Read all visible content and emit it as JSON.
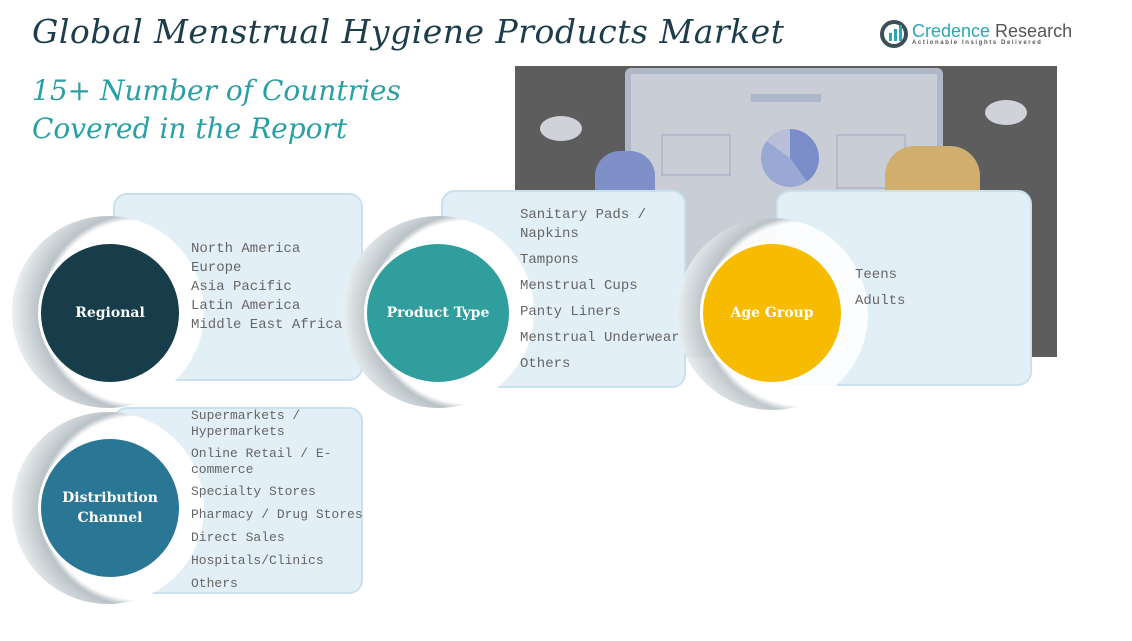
{
  "title": "Global Menstrual Hygiene Products Market",
  "subtitle": [
    "15+ Number of Countries",
    "Covered in the Report"
  ],
  "logo": {
    "name_a": "Credence",
    "name_b": " Research",
    "tagline": "Actionable Insights Delivered"
  },
  "segments": {
    "regional": {
      "label": "Regional",
      "color": "#173d4a",
      "items": [
        "North America",
        "Europe",
        "Asia Pacific",
        "Latin America",
        "Middle East Africa"
      ]
    },
    "product": {
      "label": "Product Type",
      "color": "#2f9e9c",
      "items": [
        "Sanitary Pads / Napkins",
        "Tampons",
        "Menstrual Cups",
        "Panty Liners",
        "Menstrual Underwear",
        "Others"
      ]
    },
    "age": {
      "label": "Age Group",
      "color": "#f7bb00",
      "items": [
        "Teens",
        "Adults"
      ]
    },
    "distribution": {
      "label": "Distribution Channel",
      "color": "#2a7795",
      "items": [
        "Supermarkets / Hypermarkets",
        "Online Retail / E-commerce",
        "Specialty Stores",
        "Pharmacy / Drug Stores",
        "Direct Sales",
        "Hospitals/Clinics",
        "Others"
      ]
    }
  }
}
